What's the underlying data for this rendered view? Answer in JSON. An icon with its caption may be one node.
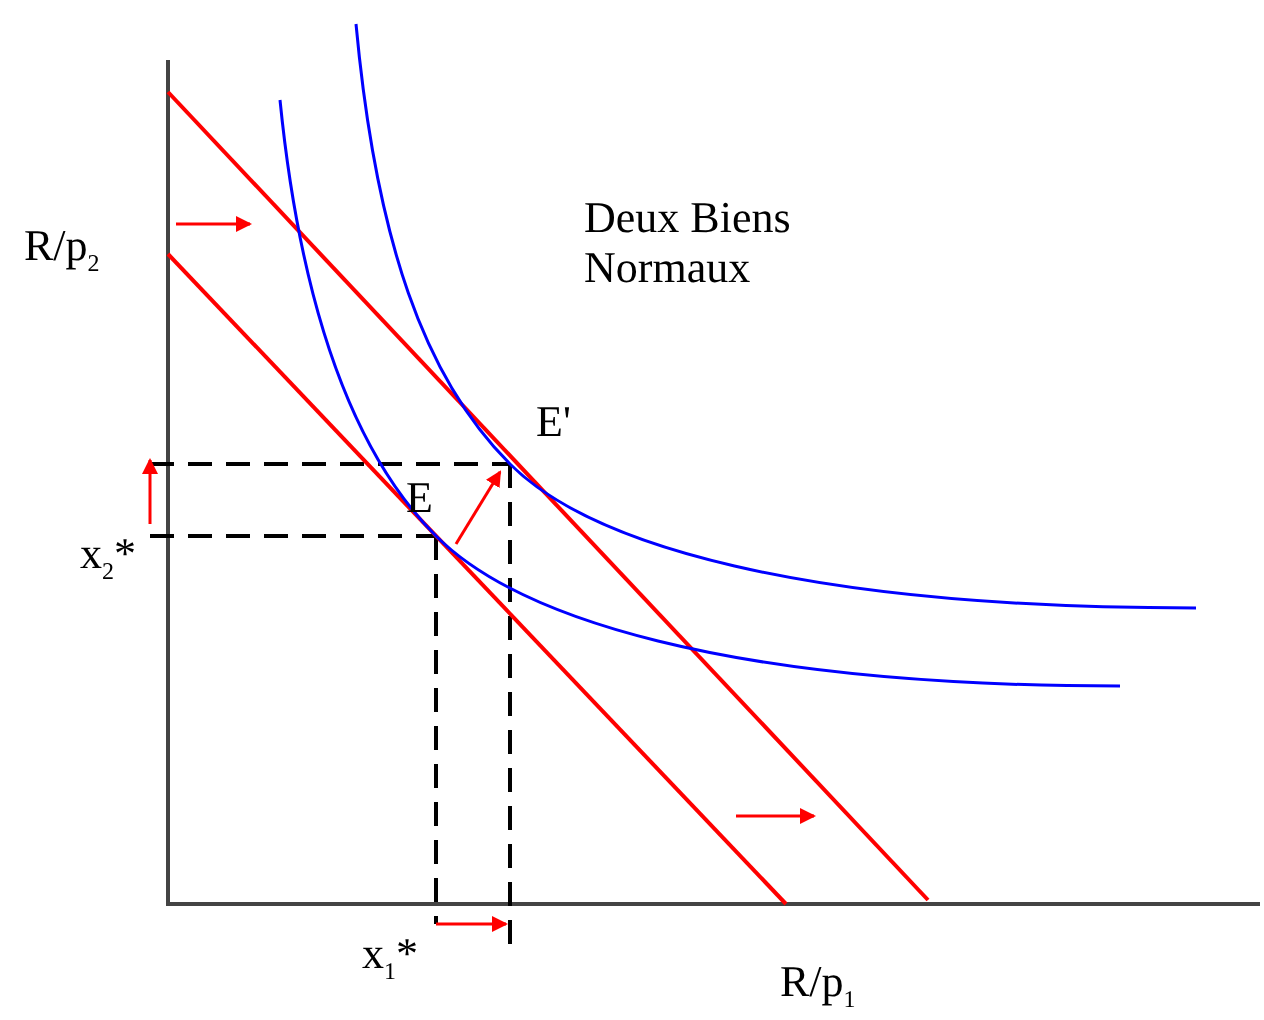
{
  "diagram": {
    "labels": [
      "R/p$_{2}$",
      "Deux Biens Normaux",
      "E'",
      "E",
      "x$_{2}$*",
      "x$_{1}$*",
      "R/p$_{1}$"
    ]
  }
}
